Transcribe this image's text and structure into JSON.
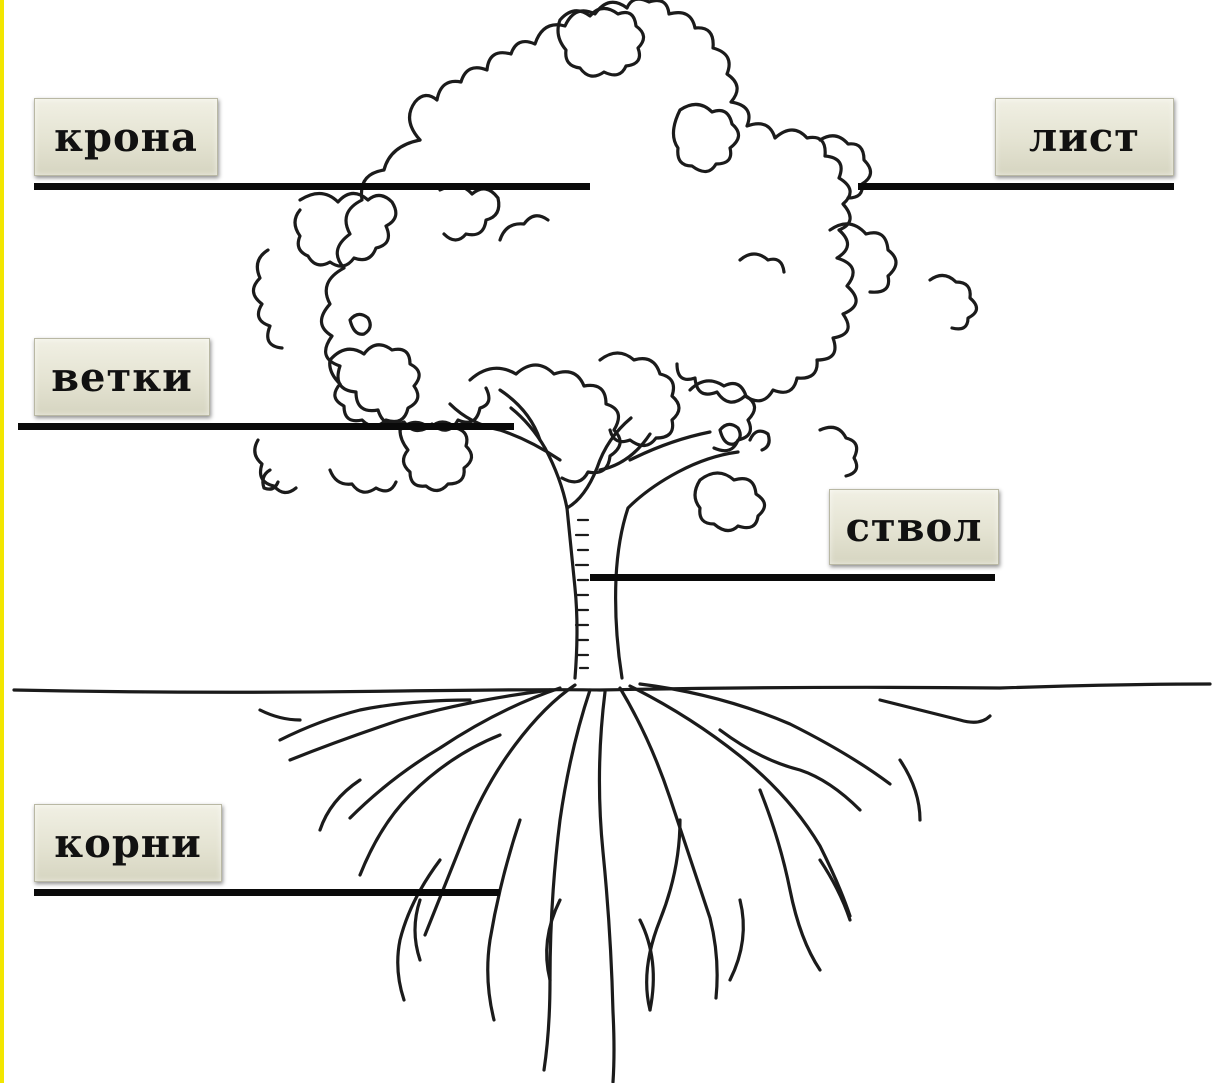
{
  "labels": {
    "crown": "крона",
    "leaf": "лист",
    "branches": "ветки",
    "trunk": "ствол",
    "roots": "корни"
  },
  "colors": {
    "border_left": "#f2e600",
    "line": "#0a0a0a",
    "label_background": "#e4e3d2"
  }
}
